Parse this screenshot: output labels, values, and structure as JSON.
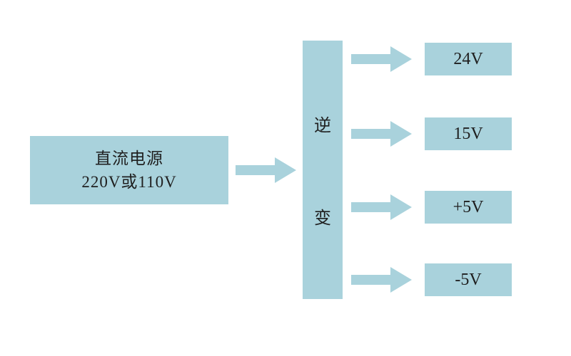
{
  "diagram": {
    "source_box": {
      "line1": "直流电源",
      "line2": "220V或110V"
    },
    "inverter_box": {
      "char1": "逆",
      "char2": "变"
    },
    "outputs": [
      {
        "label": "24V"
      },
      {
        "label": "15V"
      },
      {
        "label": "+5V"
      },
      {
        "label": "-5V"
      }
    ],
    "colors": {
      "box_fill": "#a9d2dc",
      "arrow_fill": "#a9d2dc",
      "text": "#1f1f1f",
      "background": "#ffffff"
    }
  }
}
